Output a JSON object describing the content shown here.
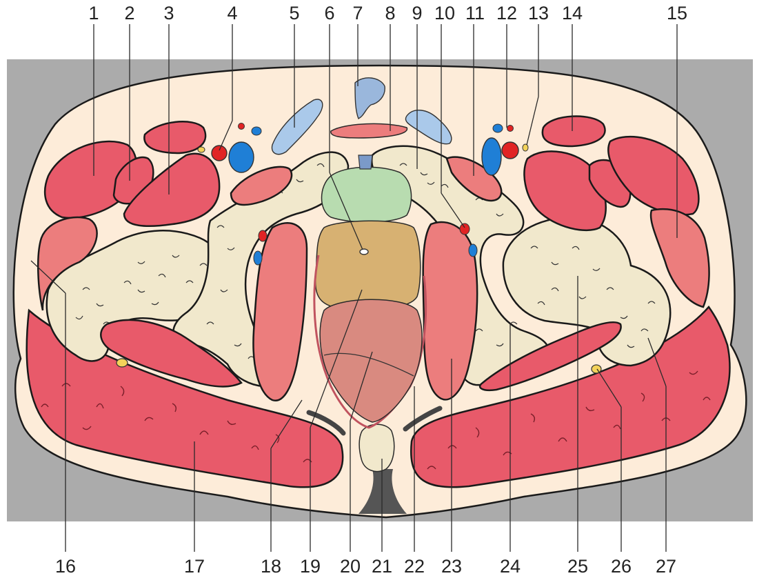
{
  "labels": {
    "top": [
      "1",
      "2",
      "3",
      "4",
      "5",
      "6",
      "7",
      "8",
      "9",
      "10",
      "11",
      "12",
      "13",
      "14",
      "15"
    ],
    "bottom": [
      "16",
      "17",
      "18",
      "19",
      "20",
      "21",
      "22",
      "23",
      "24",
      "25",
      "26",
      "27"
    ]
  },
  "colors": {
    "background": "#ababab",
    "skin": "#fdecd9",
    "muscle": "#e85a6a",
    "muscle_light": "#ec7d7d",
    "bone": "#f1e8cc",
    "artery": "#e12424",
    "vein": "#1f7fd6",
    "nerve": "#f3d25a",
    "pubic_organ_green": "#b8dcb0",
    "organ_tan": "#d7b172",
    "organ_pink": "#d98a80",
    "dark": "#555555",
    "light_blue": "#aac9ea"
  }
}
